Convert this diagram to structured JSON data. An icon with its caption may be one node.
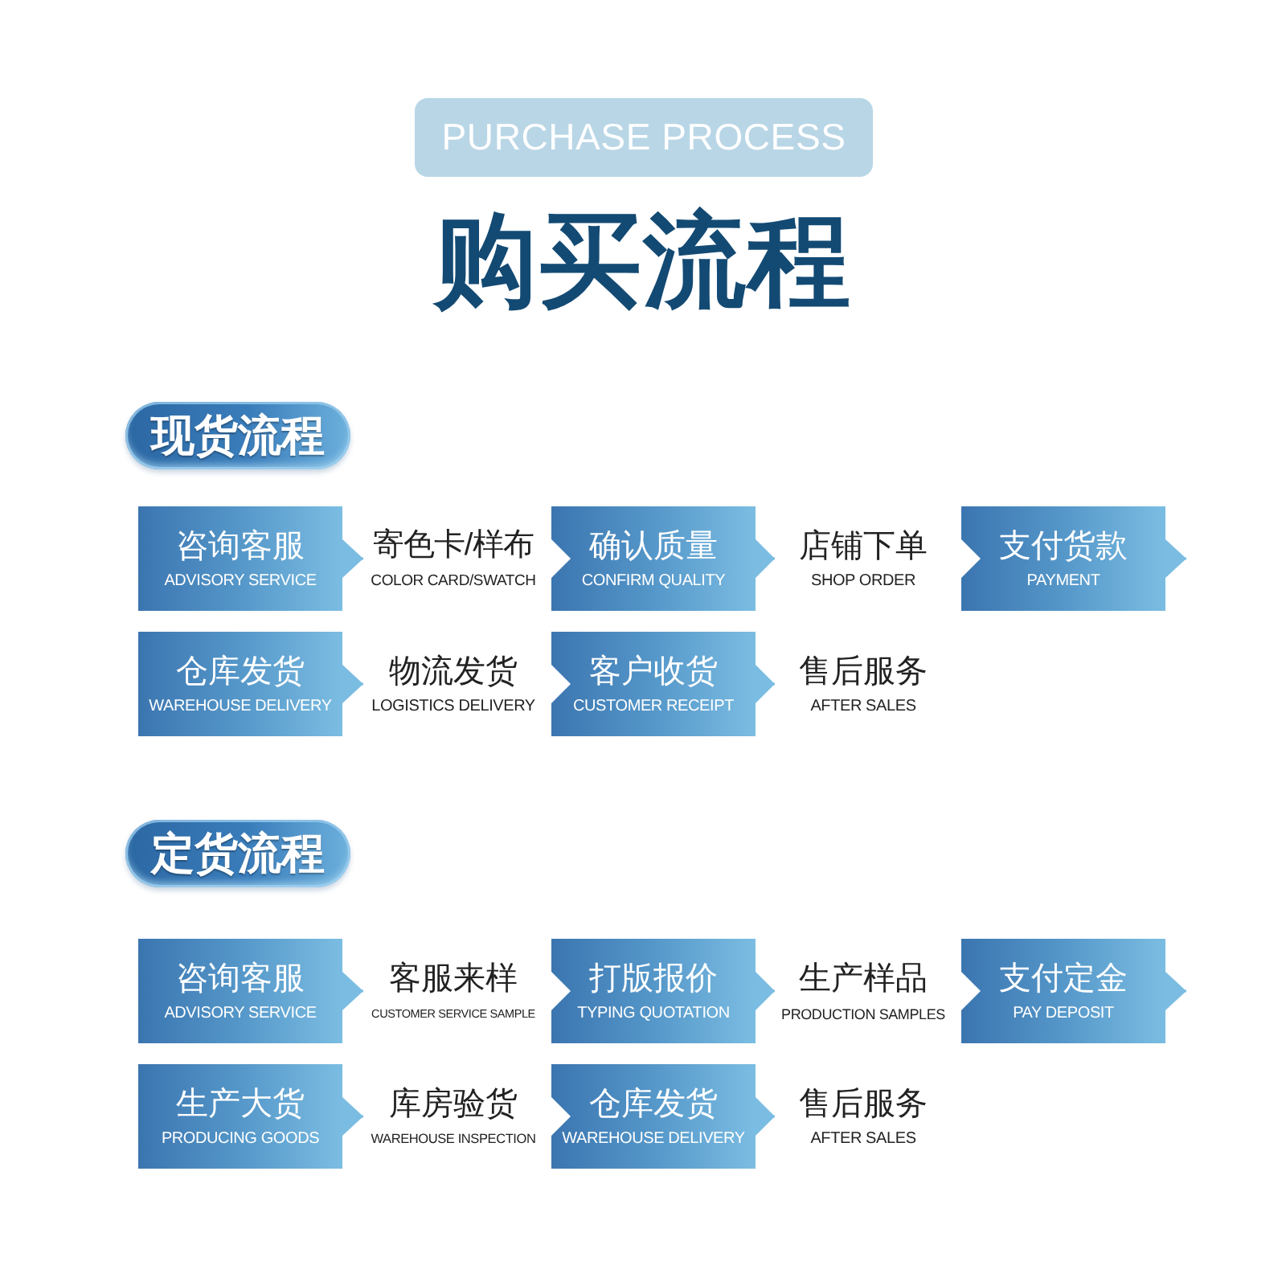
{
  "diagram": {
    "title": "购买流程",
    "nodes": [
      {
        "text": [
          "PURCHASE PROCESS"
        ]
      },
      {
        "text": [
          "现货流程"
        ]
      },
      {
        "text": [
          "咨询客服",
          "ADVISORY SERVICE"
        ]
      },
      {
        "text": [
          "寄色卡/样布",
          "COLOR CARD/SWATCH"
        ]
      },
      {
        "text": [
          "确认质量",
          "CONFIRM QUALITY"
        ]
      },
      {
        "text": [
          "店铺下单",
          "SHOP ORDER"
        ]
      },
      {
        "text": [
          "支付货款",
          "PAYMENT"
        ]
      },
      {
        "text": [
          "仓库发货",
          "WAREHOUSE DELIVERY"
        ]
      },
      {
        "text": [
          "物流发货",
          "LOGISTICS DELIVERY"
        ]
      },
      {
        "text": [
          "客户收货",
          "CUSTOMER RECEIPT"
        ]
      },
      {
        "text": [
          "售后服务",
          "AFTER SALES"
        ]
      },
      {
        "text": [
          "定货流程"
        ]
      },
      {
        "text": [
          "咨询客服",
          "ADVISORY SERVICE"
        ]
      },
      {
        "text": [
          "客服来样",
          "CUSTOMER SERVICE SAMPLE"
        ]
      },
      {
        "text": [
          "打版报价",
          "TYPING QUOTATION"
        ]
      },
      {
        "text": [
          "生产样品",
          "PRODUCTION SAMPLES"
        ]
      },
      {
        "text": [
          "支付定金",
          "PAY DEPOSIT"
        ]
      },
      {
        "text": [
          "生产大货",
          "PRODUCING GOODS"
        ]
      },
      {
        "text": [
          "库房验货",
          "WAREHOUSE INSPECTION"
        ]
      },
      {
        "text": [
          "仓库发货",
          "WAREHOUSE DELIVERY"
        ]
      },
      {
        "text": [
          "售后服务",
          "AFTER SALES"
        ]
      }
    ],
    "edges": [
      {
        "from": 2,
        "to": 3,
        "arrow": "to"
      },
      {
        "from": 4,
        "to": 5,
        "arrow": "to"
      },
      {
        "from": 6,
        "to": null,
        "arrow": "to"
      },
      {
        "from": 7,
        "to": 8,
        "arrow": "to"
      },
      {
        "from": 9,
        "to": 10,
        "arrow": "to"
      },
      {
        "from": 12,
        "to": 13,
        "arrow": "to"
      },
      {
        "from": 14,
        "to": 15,
        "arrow": "to"
      },
      {
        "from": 16,
        "to": null,
        "arrow": "to"
      },
      {
        "from": 17,
        "to": 18,
        "arrow": "to"
      },
      {
        "from": 19,
        "to": 20,
        "arrow": "to"
      }
    ]
  }
}
